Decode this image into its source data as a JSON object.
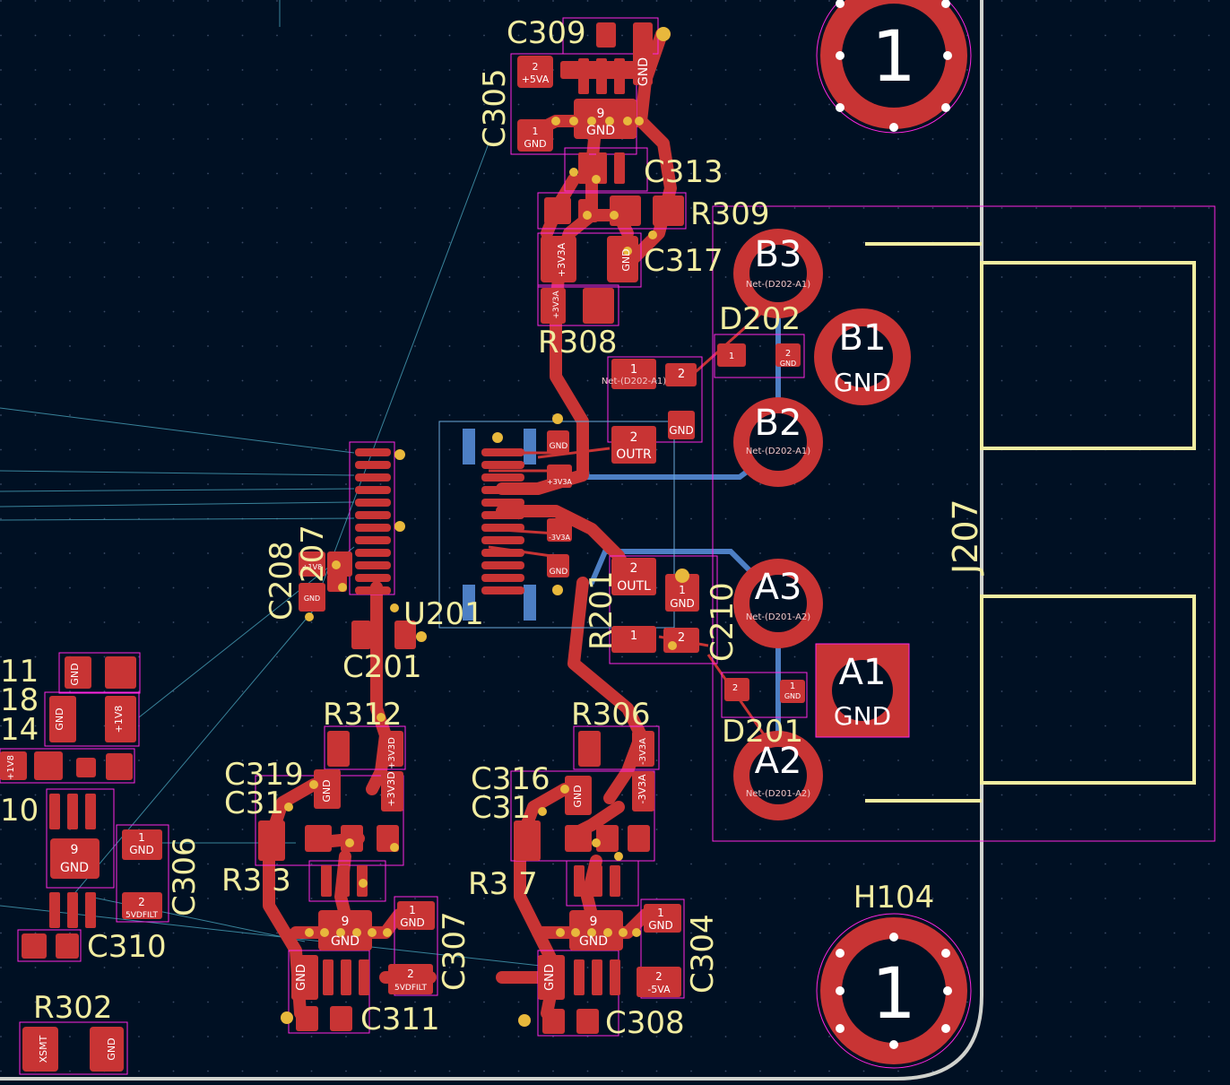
{
  "colors": {
    "background": "#001023",
    "copper_front": "#c83434",
    "copper_back": "#4d7fc4",
    "silkscreen": "#f2eda1",
    "courtyard": "#ff26e2",
    "edge_cuts": "#d0d2cd",
    "via": "#e8b83c",
    "ratsnest": "#48a0b8"
  },
  "icons": {
    "mounting_hole": "mounting-hole-icon",
    "pad": "smd-pad-icon"
  },
  "mounting_holes": {
    "top_number": "1",
    "bottom_number": "1",
    "bottom_ref": "H104"
  },
  "refs": {
    "C309": "C309",
    "C305": "C305",
    "C313": "C313",
    "R309": "R309",
    "C317": "C317",
    "R308": "R308",
    "D202": "D202",
    "J207": "J207",
    "C208": "C208",
    "U201": "U201",
    "C201": "C201",
    "R201": "R201",
    "C210": "C210",
    "D201": "D201",
    "R312": "R312",
    "R306": "R306",
    "C319": "C319",
    "C316": "C316",
    "C306": "C306",
    "C310": "C310",
    "C307": "C307",
    "C304": "C304",
    "C311": "C311",
    "C308": "C308",
    "R302": "R302",
    "R303": "R3 3",
    "R307": "R3 7",
    "C315": "C31",
    "C318": "C31",
    "L11": "11",
    "L18": "18",
    "L14": "14",
    "L10": "10",
    "L207": "207"
  },
  "connector_pads": {
    "B3": {
      "label": "B3",
      "net": "Net-(D202-A1)"
    },
    "B1": {
      "label": "B1",
      "net": "GND"
    },
    "B2": {
      "label": "B2",
      "net": "Net-(D202-A1)"
    },
    "A3": {
      "label": "A3",
      "net": "Net-(D201-A2)"
    },
    "A1": {
      "label": "A1",
      "net": "GND"
    },
    "A2": {
      "label": "A2",
      "net": "Net-(D201-A2)"
    }
  },
  "pad_nets": {
    "p5va": "+5VA",
    "gnd": "GND",
    "p3v3a": "+3V3A",
    "m3v3a": "-3V3A",
    "outr": "OUTR",
    "outl": "OUTL",
    "p1v8": "+1V8",
    "p3v3d": "+3V3D",
    "m5va": "-5VA",
    "v5filt": "5VDFILT",
    "xsmt": "XSMT",
    "d202a1": "Net-(D202-A1)",
    "d201a2": "Net-(D201-A2)"
  },
  "pad_numbers": {
    "one": "1",
    "two": "2",
    "nine": "9"
  }
}
